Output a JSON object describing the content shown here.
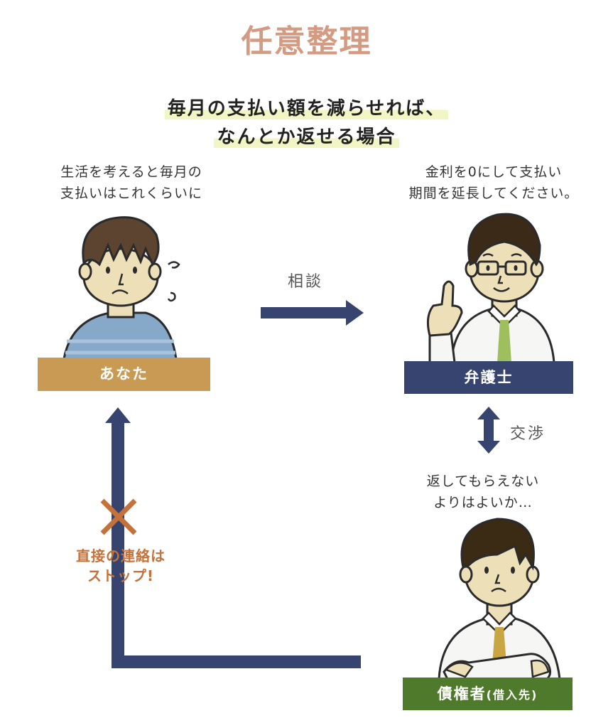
{
  "title": "任意整理",
  "subtitle": {
    "line1": "毎月の支払い額を減らせれば、",
    "line2": "なんとか返せる場合"
  },
  "you": {
    "speech_line1": "生活を考えると毎月の",
    "speech_line2": "支払いはこれくらいに",
    "label": "あなた"
  },
  "lawyer": {
    "speech_line1": "金利を0にして支払い",
    "speech_line2": "期間を延長してください。",
    "label": "弁護士"
  },
  "creditor": {
    "speech_line1": "返してもらえない",
    "speech_line2": "よりはよいか…",
    "label": "債権者",
    "label_note": "(借入先)"
  },
  "arrows": {
    "consult_label": "相談",
    "negotiate_label": "交渉"
  },
  "stop_notice": {
    "line1": "直接の連絡は",
    "line2": "ストップ!"
  },
  "colors": {
    "title": "#d49a82",
    "highlight": "#f2f6c4",
    "arrow": "#36446f",
    "you_label": "#c99a53",
    "lawyer_label": "#36446f",
    "creditor_label": "#4f7a2c",
    "stop": "#c4713a"
  }
}
